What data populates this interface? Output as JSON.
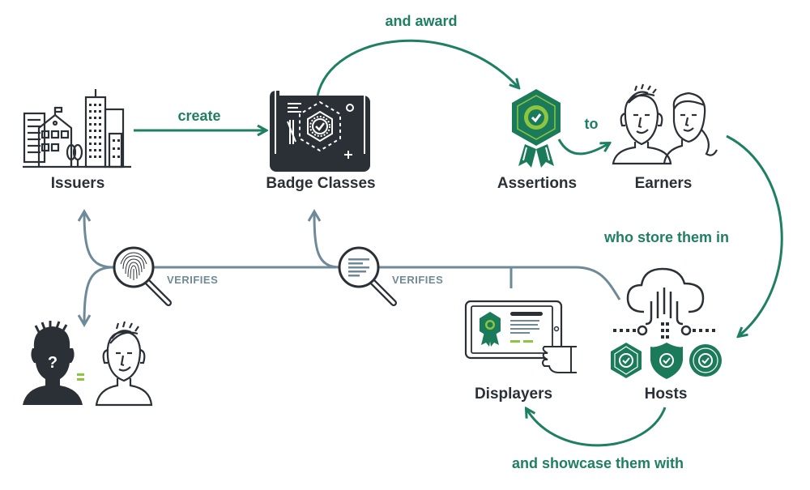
{
  "nodes": {
    "issuers": "Issuers",
    "badge_classes": "Badge Classes",
    "assertions": "Assertions",
    "earners": "Earners",
    "hosts": "Hosts",
    "displayers": "Displayers"
  },
  "connectors": {
    "create": "create",
    "and_award": "and award",
    "to": "to",
    "who_store_them_in": "who store them in",
    "and_showcase_them_with": "and showcase them with",
    "verifies_1": "VERIFIES",
    "verifies_2": "VERIFIES"
  },
  "identity_equation": {
    "unknown_symbol": "?",
    "equals_symbol": "="
  },
  "colors": {
    "flow_green": "#1f7f63",
    "accent_green": "#8cc63f",
    "badge_green": "#1a7a5a",
    "verify_slate": "#6e8a98",
    "ink_dark": "#2b3037"
  }
}
